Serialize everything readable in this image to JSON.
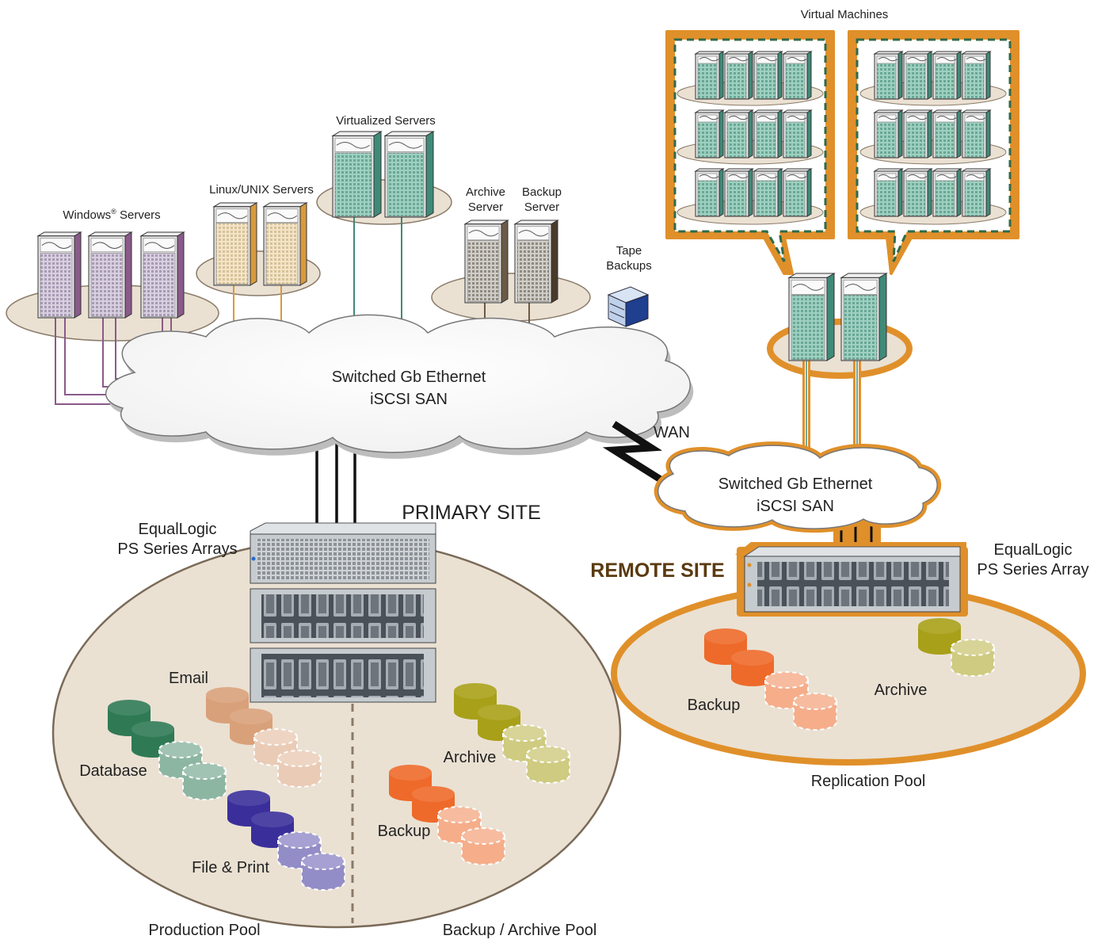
{
  "labels": {
    "windows_servers": "Windows",
    "windows_reg": "®",
    "windows_servers_suffix": " Servers",
    "linux_servers": "Linux/UNIX Servers",
    "virtualized_servers": "Virtualized Servers",
    "archive_server_1": "Archive",
    "archive_server_2": "Server",
    "backup_server_1": "Backup",
    "backup_server_2": "Server",
    "tape_backups_1": "Tape",
    "tape_backups_2": "Backups",
    "virtual_machines": "Virtual Machines",
    "san_primary_1": "Switched Gb Ethernet",
    "san_primary_2": "iSCSI SAN",
    "wan": "WAN",
    "san_remote_1": "Switched Gb Ethernet",
    "san_remote_2": "iSCSI SAN",
    "primary_site": "PRIMARY SITE",
    "remote_site": "REMOTE SITE",
    "eql_arrays_1": "EqualLogic",
    "eql_arrays_2": "PS Series Arrays",
    "eql_array_1": "EqualLogic",
    "eql_array_2": "PS Series Array",
    "email": "Email",
    "database": "Database",
    "file_print": "File & Print",
    "archive_primary": "Archive",
    "backup_primary": "Backup",
    "backup_remote": "Backup",
    "archive_remote": "Archive",
    "production_pool": "Production Pool",
    "backup_archive_pool": "Backup / Archive Pool",
    "replication_pool": "Replication Pool"
  },
  "colors": {
    "windows": "#8a5a8a",
    "linux": "#d89a3c",
    "virtual": "#3f8a78",
    "archive_server": "#6b5a45",
    "orange_frame": "#e0902a",
    "green_dash": "#2f6a4a",
    "pool_fill": "#eae1d3",
    "database": "#2f7a55",
    "email": "#d9a17a",
    "file_print": "#3a2f9a",
    "archive_db": "#a8a018",
    "backup_db": "#ee6a2a"
  }
}
